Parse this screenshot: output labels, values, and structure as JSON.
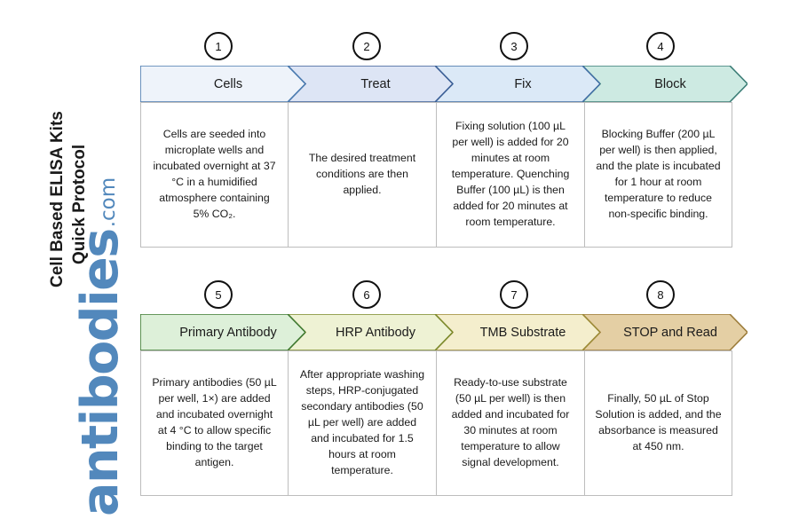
{
  "title": {
    "line1": "Cell Based ELISA Kits",
    "line2": "Quick Protocol"
  },
  "logo": {
    "name": "antibodies",
    "suffix": ".com",
    "color": "#5288bc"
  },
  "diagram": {
    "type": "chevron-process-flow",
    "rows": 2,
    "steps_per_row": 4,
    "total_steps": 8,
    "badge_border_color": "#111111",
    "body_border_color": "#bdbdbd"
  },
  "steps": [
    {
      "number": "1",
      "label": "Cells",
      "body": "Cells are seeded into microplate wells and incubated overnight at 37 °C in a humidified atmosphere containing 5% CO₂.",
      "fill": "#eef3fa",
      "stroke": "#4a7bb0"
    },
    {
      "number": "2",
      "label": "Treat",
      "body": "The desired treatment conditions are then applied.",
      "fill": "#dde5f5",
      "stroke": "#3c5f96"
    },
    {
      "number": "3",
      "label": "Fix",
      "body": "Fixing solution (100 µL per well) is added for 20 minutes at room temperature. Quenching Buffer (100 µL) is then added for 20 minutes at room temperature.",
      "fill": "#dbe9f7",
      "stroke": "#3f6ea3"
    },
    {
      "number": "4",
      "label": "Block",
      "body": "Blocking Buffer (200 µL per well) is then applied, and the plate is incubated for 1 hour at room temperature to reduce non-specific binding.",
      "fill": "#cdeae2",
      "stroke": "#3b7d76"
    },
    {
      "number": "5",
      "label": "Primary Antibody",
      "body": "Primary antibodies (50 µL per well, 1×) are added and incubated overnight at 4 °C to allow specific binding to the target antigen.",
      "fill": "#ddf0d9",
      "stroke": "#3f7a32"
    },
    {
      "number": "6",
      "label": "HRP Antibody",
      "body": "After appropriate washing steps, HRP-conjugated secondary antibodies (50 µL per well) are added and incubated for 1.5 hours at room temperature.",
      "fill": "#eef2d4",
      "stroke": "#7c8a2c"
    },
    {
      "number": "7",
      "label": "TMB Substrate",
      "body": "Ready-to-use substrate (50 µL per well) is then added and incubated for 30 minutes at room temperature to allow signal development.",
      "fill": "#f4eecd",
      "stroke": "#9c8a36"
    },
    {
      "number": "8",
      "label": "STOP and Read",
      "body": "Finally, 50 µL of Stop Solution is added, and the absorbance is measured at 450 nm.",
      "fill": "#e4cfa4",
      "stroke": "#9c7c3a"
    }
  ]
}
